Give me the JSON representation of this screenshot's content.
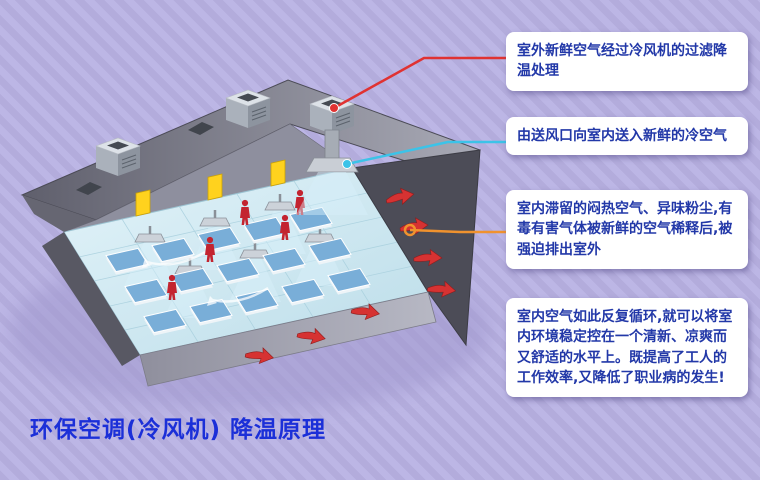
{
  "page": {
    "caption": "环保空调(冷风机)  降温原理",
    "background_base": "#b6b0e0",
    "background_stripe": "#aca5d8"
  },
  "callouts": [
    {
      "text": "室外新鲜空气经过冷风机的过滤降温处理",
      "line_color": "#e03232",
      "marker": "red-dot"
    },
    {
      "text": "由送风口向室内送入新鲜的冷空气",
      "line_color": "#3cc3e8",
      "marker": "cyan-dot"
    },
    {
      "text": "室内滞留的闷热空气、异味粉尘,有毒有害气体被新鲜的空气稀释后,被强迫排出室外",
      "line_color": "#f0922e",
      "marker": "orange-ring"
    },
    {
      "text": "室内空气如此反复循环,就可以将室内环境稳定控在一个清新、凉爽而又舒适的水平上。既提高了工人的工作效率,又降低了职业病的发生!",
      "line_color": null,
      "marker": null
    }
  ],
  "colors": {
    "callout_text": "#2238a8",
    "callout_bg": "#ffffff",
    "title_blue": "#1b2fd8",
    "exhaust_arrow_red": "#d63232",
    "worker_red": "#c32430",
    "door_yellow": "#ffd21e",
    "floor_cyan": "#d6edf5",
    "roof_gray": "#7a7a88"
  }
}
